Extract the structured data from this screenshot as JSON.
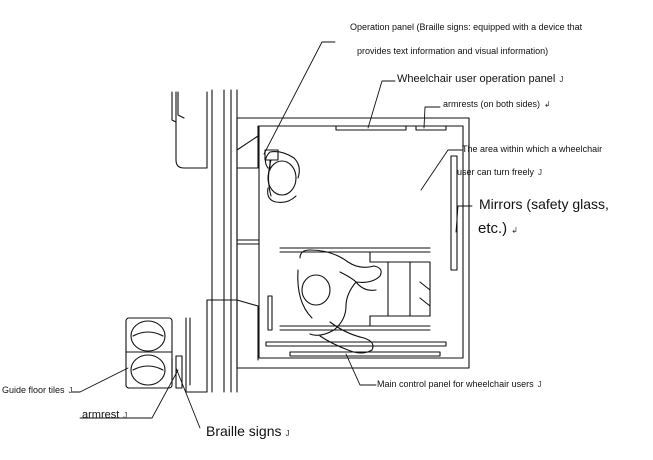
{
  "labels": {
    "operation_panel_line1": "Operation panel (Braille signs: equipped with a device that",
    "operation_panel_line2": "provides text information and visual information)",
    "wheelchair_operation_panel": "Wheelchair user operation panel",
    "armrests_both_sides": "armrests (on both sides)",
    "turn_area_line1": "The area within which a wheelchair",
    "turn_area_line2": "user can turn freely",
    "mirrors_line1": "Mirrors (safety glass,",
    "mirrors_line2": "etc.)",
    "main_control_panel": "Main control panel for wheelchair users",
    "guide_floor_tiles": "Guide floor tiles",
    "armrest": "armrest",
    "braille_signs": "Braille signs"
  },
  "marks": {
    "j": "J",
    "return": "↲"
  }
}
